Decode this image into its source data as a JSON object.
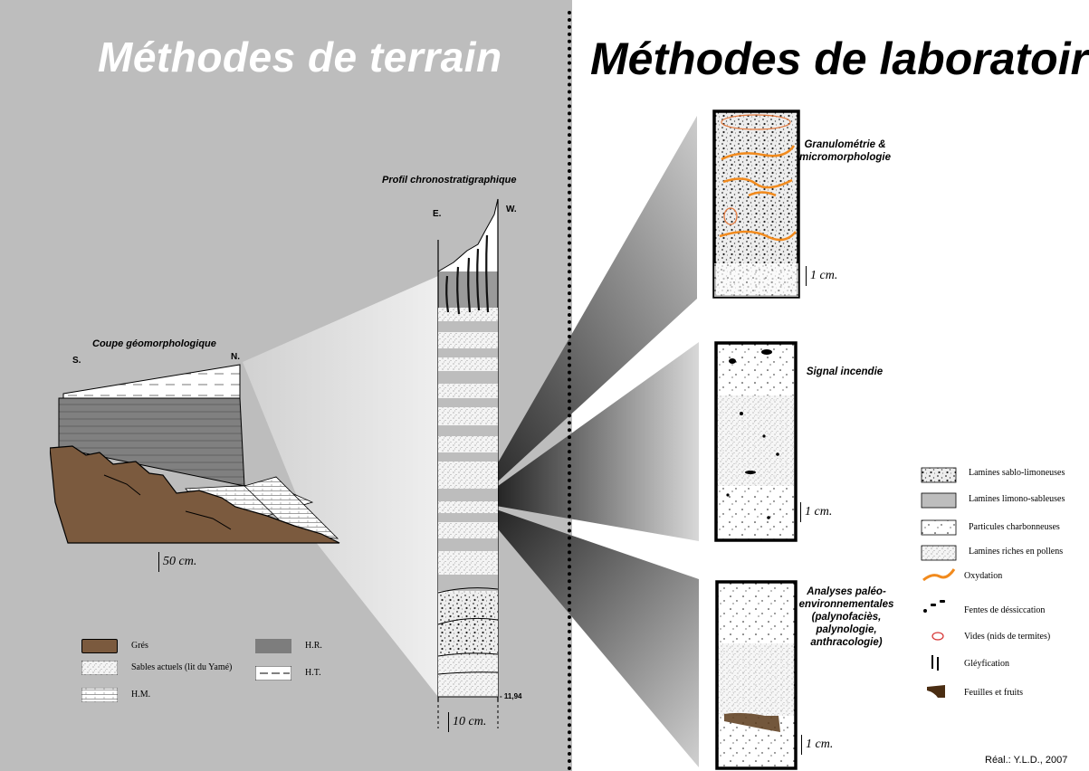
{
  "titles": {
    "field": "Méthodes de terrain",
    "lab": "Méthodes de laboratoire"
  },
  "geomorph": {
    "title": "Coupe géomorphologique",
    "south": "S.",
    "north": "N.",
    "scale": "50 cm."
  },
  "profile": {
    "title": "Profil chronostratigraphique",
    "east": "E.",
    "west": "W.",
    "depth": "- 11,94",
    "scale": "10 cm."
  },
  "field_legend": [
    {
      "label": "Grés",
      "color": "#7b5a3e"
    },
    {
      "label": "Sables actuels (lit du Yamé)",
      "color": "#f2f2f2"
    },
    {
      "label": "H.M.",
      "color": "#ffffff"
    },
    {
      "label": "H.R.",
      "color": "#7d7d7d"
    },
    {
      "label": "H.T.",
      "color": "#ffffff"
    }
  ],
  "lab": {
    "granulo": {
      "title": "Granulométrie &\nmicromorphologie",
      "scale": "1 cm."
    },
    "incendie": {
      "title": "Signal incendie",
      "scale": "1 cm."
    },
    "paleo": {
      "title": "Analyses paléo-\nenvironnementales\n(palynofaciès,\npalynologie,\nanthracologie)",
      "scale": "1 cm."
    }
  },
  "lab_legend": [
    {
      "label": "Lamines sablo-limoneuses",
      "icon": "stipple-box-icon"
    },
    {
      "label": "Lamines limono-sableuses",
      "icon": "gray-box-icon"
    },
    {
      "label": "Particules charbonneuses",
      "icon": "dots-box-icon"
    },
    {
      "label": "Lamines riches en pollens",
      "icon": "fine-stipple-box-icon"
    },
    {
      "label": "Oxydation",
      "icon": "orange-streak-icon"
    },
    {
      "label": "Fentes de déssiccation",
      "icon": "crack-dashes-icon"
    },
    {
      "label": "Vides (nids de termites)",
      "icon": "red-oval-icon"
    },
    {
      "label": "Gléyfication",
      "icon": "vertical-bars-icon"
    },
    {
      "label": "Feuilles et fruits",
      "icon": "leaf-icon"
    }
  ],
  "credit": "Réal.: Y.L.D., 2007"
}
